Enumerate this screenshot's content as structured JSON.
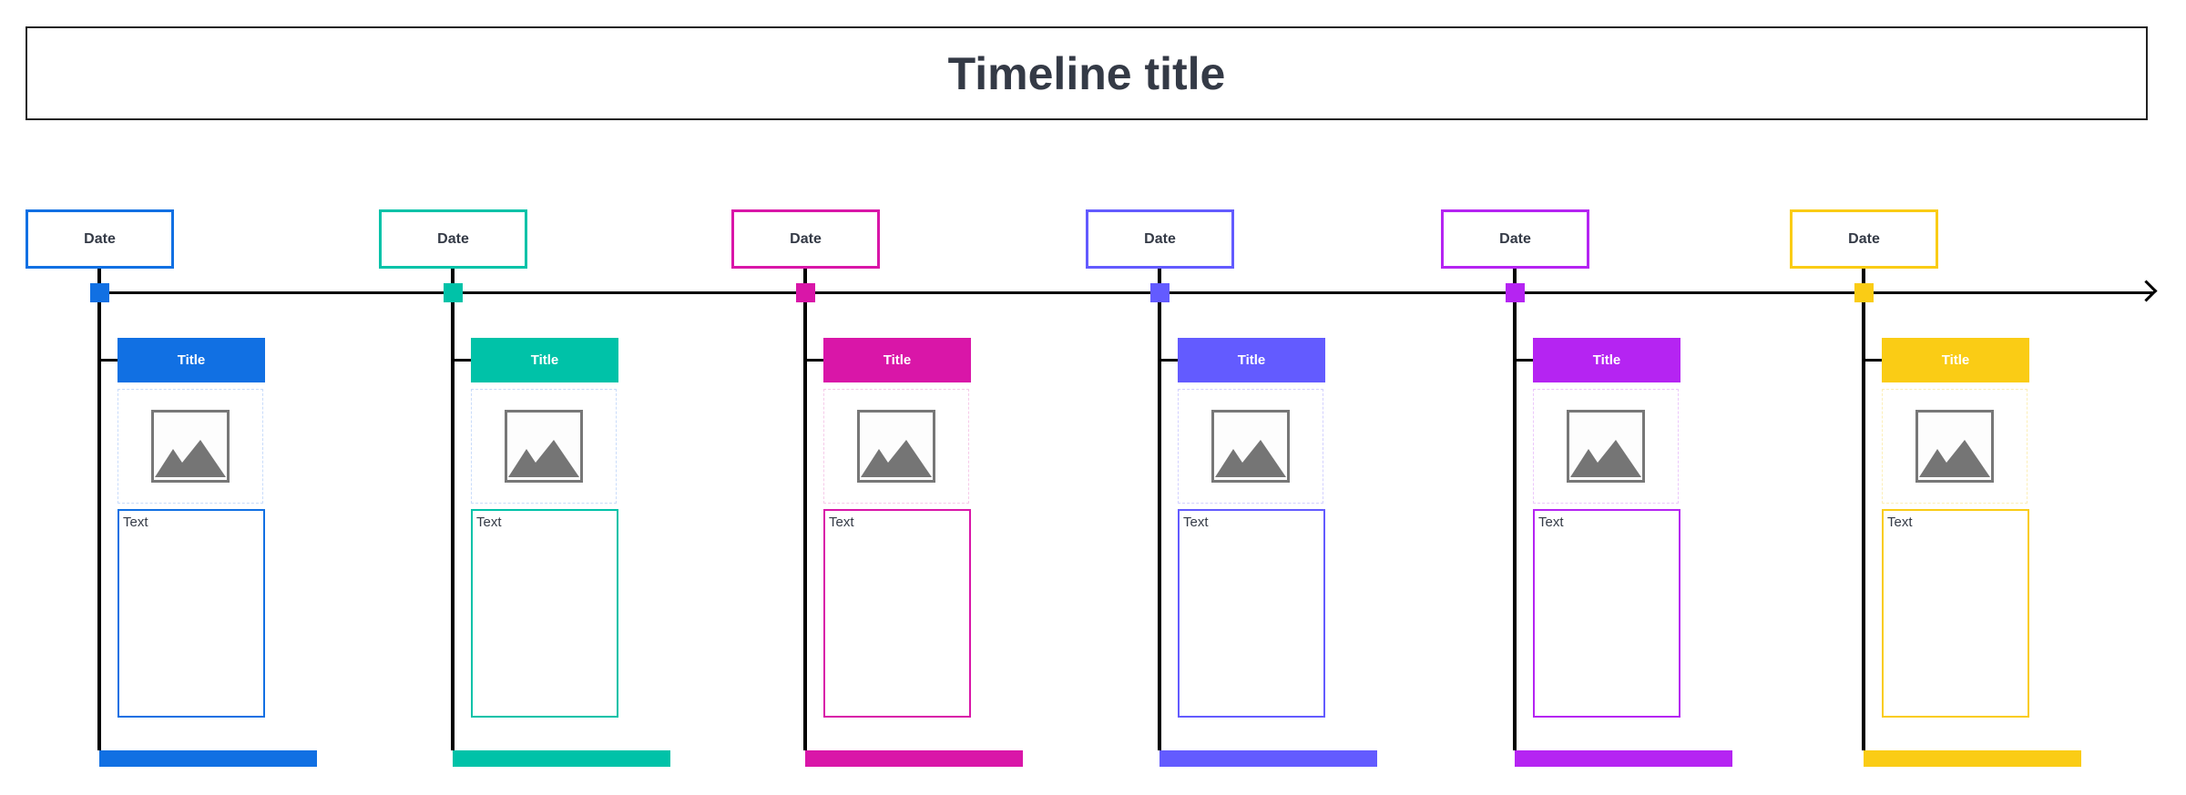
{
  "title": "Timeline title",
  "events": [
    {
      "date": "Date",
      "title": "Title",
      "text": "Text",
      "color": "#1170E3",
      "dash": "#c9dcfa"
    },
    {
      "date": "Date",
      "title": "Title",
      "text": "Text",
      "color": "#00C2A8",
      "dash": "#c9dcfa"
    },
    {
      "date": "Date",
      "title": "Title",
      "text": "Text",
      "color": "#D916A8",
      "dash": "#f6cbe9"
    },
    {
      "date": "Date",
      "title": "Title",
      "text": "Text",
      "color": "#635BFF",
      "dash": "#d3d1ff"
    },
    {
      "date": "Date",
      "title": "Title",
      "text": "Text",
      "color": "#B524F2",
      "dash": "#ecc8fb"
    },
    {
      "date": "Date",
      "title": "Title",
      "text": "Text",
      "color": "#FACC15",
      "dash": "#fcefb8"
    }
  ]
}
